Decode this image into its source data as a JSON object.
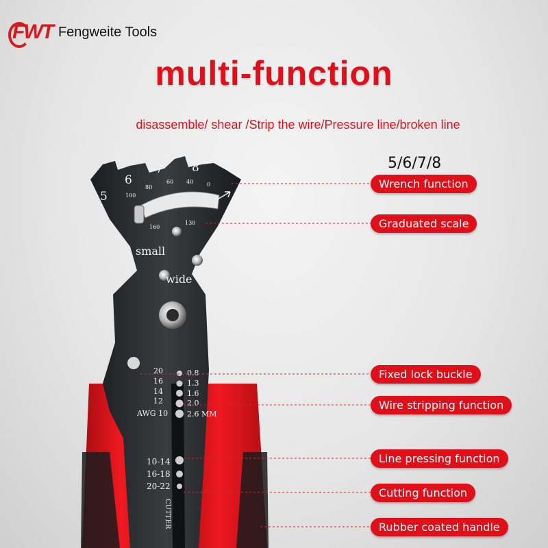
{
  "brand": {
    "mark": "FWT",
    "name": "Fengweite Tools",
    "color": "#d9191e"
  },
  "headline": "multi-function",
  "subline": "disassemble/ shear /Strip the wire/Pressure line/broken line",
  "wrench_sizes_caption": "5/6/7/8",
  "tool_markings": {
    "wrench_sizes": [
      "5",
      "6",
      "7",
      "8"
    ],
    "scale_top": [
      "100",
      "80",
      "60",
      "40",
      "0"
    ],
    "scale_bottom": [
      "160",
      "130"
    ],
    "small": "small",
    "wide": "wide",
    "awg": [
      "20",
      "16",
      "14",
      "12",
      "AWG 10"
    ],
    "mm": [
      "0.8",
      "1.3",
      "1.6",
      "2.0",
      "2.6 MM"
    ],
    "crimp": [
      "10-14",
      "16-18",
      "20-22"
    ],
    "cutter": "CUTTER"
  },
  "callouts": [
    {
      "label": "Wrench function"
    },
    {
      "label": "Graduated scale"
    },
    {
      "label": "Fixed lock buckle"
    },
    {
      "label": "Wire stripping function"
    },
    {
      "label": "Line pressing function"
    },
    {
      "label": "Cutting function"
    },
    {
      "label": "Rubber coated handle"
    }
  ],
  "colors": {
    "accent": "#e0101a",
    "tool_metal": "#2a2b2e",
    "handle": "#e8141c"
  }
}
